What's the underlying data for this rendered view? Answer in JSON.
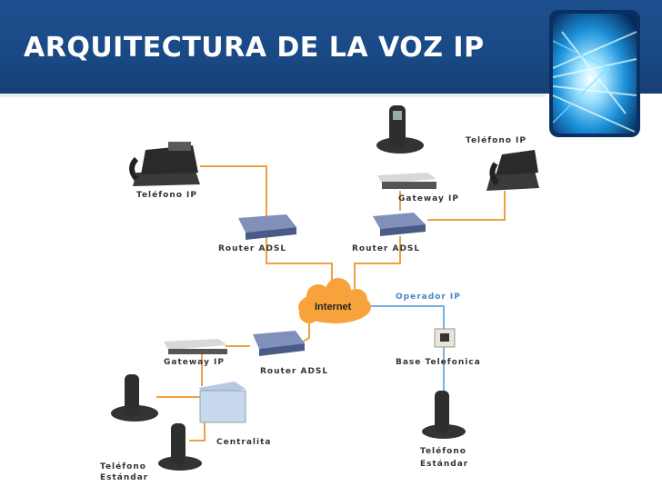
{
  "slide": {
    "title": "ARQUITECTURA DE LA VOZ IP"
  },
  "diagram": {
    "labels": {
      "telefono_ip_left": "Teléfono IP",
      "telefono_ip_right": "Teléfono IP",
      "gateway_ip_top": "Gateway IP",
      "router_adsl_left": "Router ADSL",
      "router_adsl_right": "Router ADSL",
      "internet": "Internet",
      "operador_ip": "Operador IP",
      "gateway_ip_bottom": "Gateway IP",
      "router_adsl_bottom": "Router ADSL",
      "base_telefonica": "Base Telefonica",
      "centralita": "Centralita",
      "telefono_estandar_left_1": "Teléfono",
      "telefono_estandar_left_2": "Estándar",
      "telefono_estandar_right_1": "Teléfono",
      "telefono_estandar_right_2": "Estándar"
    },
    "colors": {
      "link_orange": "#f0a040",
      "link_blue": "#7ab0e0",
      "cloud": "#f7a23a",
      "header_blue": "#1d4f8e"
    }
  }
}
